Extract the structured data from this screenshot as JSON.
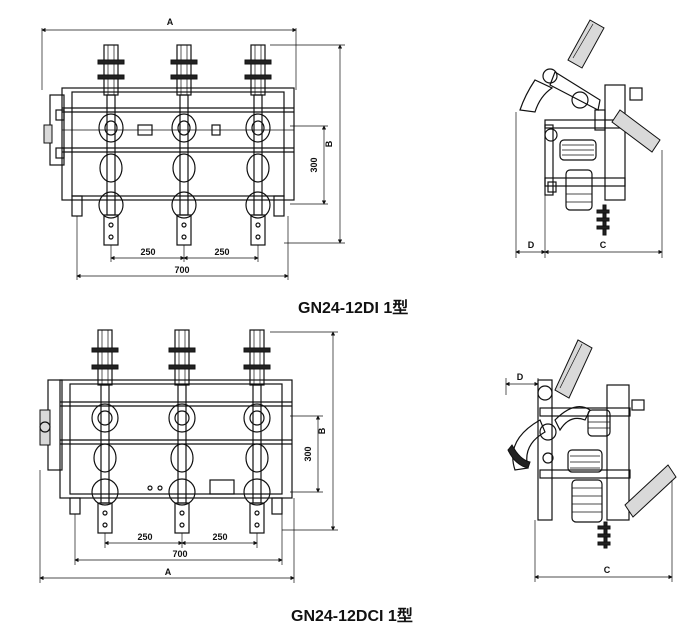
{
  "top": {
    "caption": "GN24-12DI 1型",
    "dims": {
      "A": "A",
      "B": "B",
      "C": "C",
      "D": "D",
      "h300": "300",
      "s1": "250",
      "s2": "250",
      "w700": "700"
    }
  },
  "bottom": {
    "caption": "GN24-12DCI 1型",
    "dims": {
      "A": "A",
      "B": "B",
      "C": "C",
      "D": "D",
      "h300": "300",
      "s1": "250",
      "s2": "250",
      "w700": "700"
    }
  }
}
